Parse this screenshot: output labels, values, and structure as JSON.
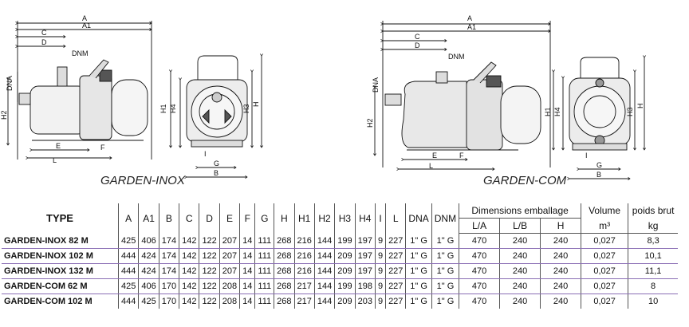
{
  "drawings": {
    "left_caption": "GARDEN-INOX",
    "right_caption": "GARDEN-COM",
    "dim_labels": {
      "a": "A",
      "a1": "A1",
      "c": "C",
      "d": "D",
      "dnm": "DNM",
      "dna": "DNA",
      "h2": "H2",
      "e": "E",
      "f": "F",
      "l": "L",
      "h1": "H1",
      "h4": "H4",
      "h3": "H3",
      "h": "H",
      "i": "I",
      "g": "G",
      "b": "B"
    }
  },
  "table": {
    "headers": {
      "type": "TYPE",
      "cols": [
        "A",
        "A1",
        "B",
        "C",
        "D",
        "E",
        "F",
        "G",
        "H",
        "H1",
        "H2",
        "H3",
        "H4",
        "I",
        "L",
        "DNA",
        "DNM"
      ],
      "packaging_group": "Dimensions emballage",
      "packaging_cols": [
        "L/A",
        "L/B",
        "H"
      ],
      "volume": "Volume",
      "volume_unit": "m³",
      "weight": "poids brut",
      "weight_unit": "kg"
    },
    "rows": [
      {
        "type": "GARDEN-INOX 82 M",
        "vals": [
          "425",
          "406",
          "174",
          "142",
          "122",
          "207",
          "14",
          "111",
          "268",
          "216",
          "144",
          "199",
          "197",
          "9",
          "227",
          "1\" G",
          "1\" G"
        ],
        "pack": [
          "470",
          "240",
          "240"
        ],
        "volume": "0,027",
        "weight": "8,3"
      },
      {
        "type": "GARDEN-INOX 102 M",
        "vals": [
          "444",
          "424",
          "174",
          "142",
          "122",
          "207",
          "14",
          "111",
          "268",
          "216",
          "144",
          "209",
          "197",
          "9",
          "227",
          "1\" G",
          "1\" G"
        ],
        "pack": [
          "470",
          "240",
          "240"
        ],
        "volume": "0,027",
        "weight": "10,1"
      },
      {
        "type": "GARDEN-INOX 132 M",
        "vals": [
          "444",
          "424",
          "174",
          "142",
          "122",
          "207",
          "14",
          "111",
          "268",
          "216",
          "144",
          "209",
          "197",
          "9",
          "227",
          "1\" G",
          "1\" G"
        ],
        "pack": [
          "470",
          "240",
          "240"
        ],
        "volume": "0,027",
        "weight": "11,1"
      },
      {
        "type": "GARDEN-COM 62 M",
        "vals": [
          "425",
          "406",
          "170",
          "142",
          "122",
          "208",
          "14",
          "111",
          "268",
          "217",
          "144",
          "199",
          "198",
          "9",
          "227",
          "1\" G",
          "1\" G"
        ],
        "pack": [
          "470",
          "240",
          "240"
        ],
        "volume": "0,027",
        "weight": "8"
      },
      {
        "type": "GARDEN-COM 102 M",
        "vals": [
          "444",
          "425",
          "170",
          "142",
          "122",
          "208",
          "14",
          "111",
          "268",
          "217",
          "144",
          "209",
          "203",
          "9",
          "227",
          "1\" G",
          "1\" G"
        ],
        "pack": [
          "470",
          "240",
          "240"
        ],
        "volume": "0,027",
        "weight": "10"
      }
    ]
  }
}
